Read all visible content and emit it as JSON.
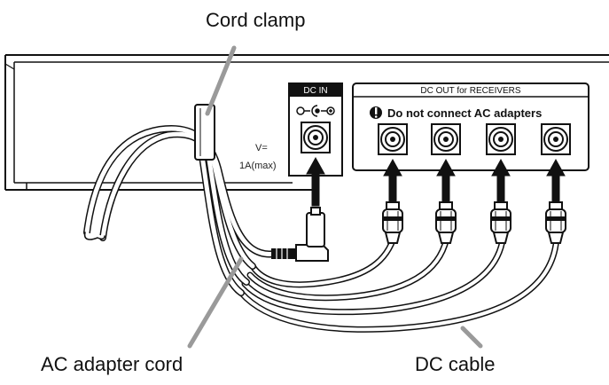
{
  "callouts": {
    "cord_clamp": "Cord clamp",
    "ac_adapter_cord": "AC adapter cord",
    "dc_cable": "DC cable"
  },
  "panel": {
    "dc_in_label": "DC IN",
    "dc_out_label": "DC OUT for RECEIVERS",
    "warning_text": "Do not connect AC adapters",
    "warning_icon": "exclamation-icon",
    "polarity_icon": "polarity-symbol-icon",
    "rating_line1": "V=",
    "rating_line2": "1A(max)"
  },
  "colors": {
    "line": "#111111",
    "leader": "#9a9a9a",
    "panel_fill": "#ffffff"
  }
}
